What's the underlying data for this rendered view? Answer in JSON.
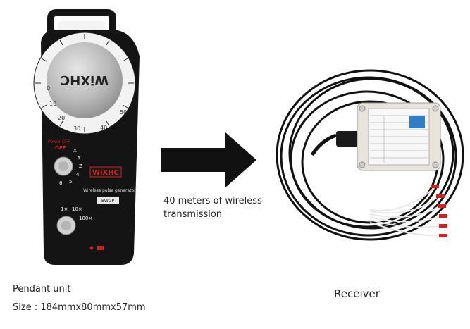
{
  "pendant": {
    "brand": "WiXHC",
    "power_label": "Power OFF",
    "off_label": "OFF",
    "axes": [
      "X",
      "Y",
      "Z",
      "4",
      "5",
      "6"
    ],
    "device_line1": "Wireless pulse generator",
    "device_model": "BWGP",
    "step_labels": [
      "1×",
      "10×",
      "100×"
    ],
    "dial_numbers": [
      "0",
      "10",
      "20",
      "30",
      "40",
      "50"
    ]
  },
  "arrow": {
    "line1": "40 meters of wireless",
    "line2": "transmission"
  },
  "labels": {
    "pendant_unit": "Pendant unit",
    "size": "Size : 184mmx80mmx57mm",
    "receiver": "Receiver"
  },
  "colors": {
    "pendant_body": "#141414",
    "dial": "#c9c9c9",
    "accent_red": "#d6201f",
    "receiver_box": "#e8e4dc",
    "cable": "#111111"
  }
}
